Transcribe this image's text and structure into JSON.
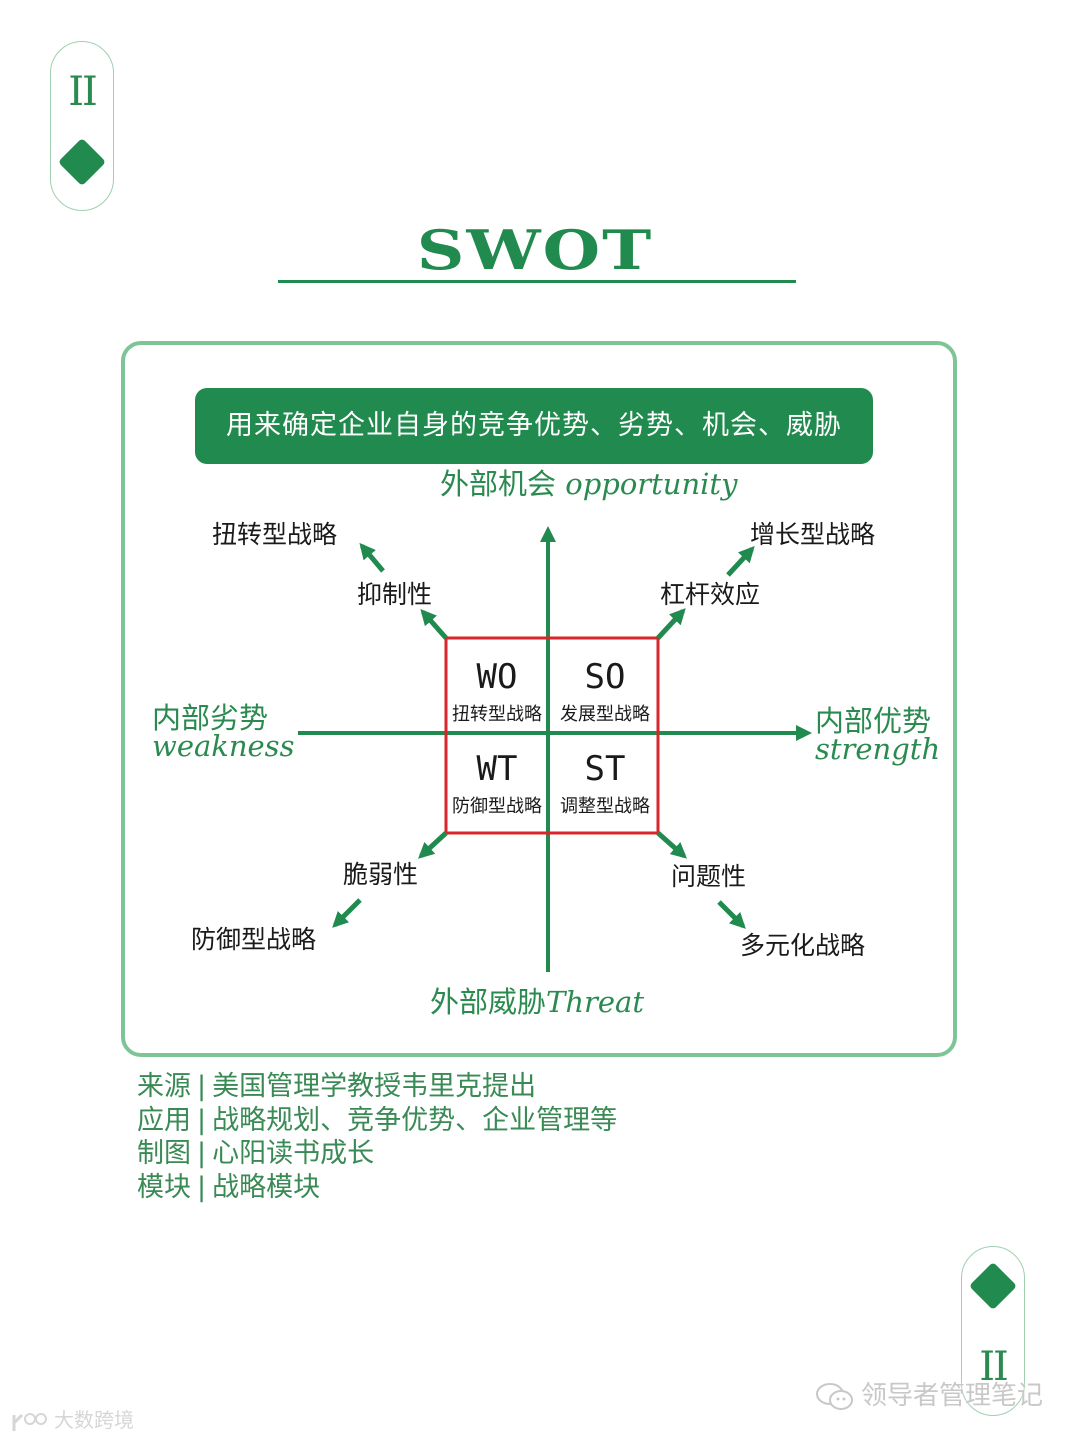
{
  "page": {
    "roman_numeral": "II",
    "title": "SWOT",
    "banner": "用来确定企业自身的竞争优势、劣势、机会、威胁"
  },
  "axes": {
    "top": {
      "zh": "外部机会",
      "en": "opportunity"
    },
    "bottom": {
      "zh": "外部威胁",
      "en": "Threat"
    },
    "left": {
      "zh": "内部劣势",
      "en": "weakness"
    },
    "right": {
      "zh": "内部优势",
      "en": "strength"
    }
  },
  "quadrants": {
    "wo": {
      "code": "WO",
      "name": "扭转型战略"
    },
    "so": {
      "code": "SO",
      "name": "发展型战略"
    },
    "wt": {
      "code": "WT",
      "name": "防御型战略"
    },
    "st": {
      "code": "ST",
      "name": "调整型战略"
    }
  },
  "branches": {
    "nw": {
      "inner": "抑制性",
      "outer": "扭转型战略"
    },
    "ne": {
      "inner": "杠杆效应",
      "outer": "增长型战略"
    },
    "sw": {
      "inner": "脆弱性",
      "outer": "防御型战略"
    },
    "se": {
      "inner": "问题性",
      "outer": "多元化战略"
    }
  },
  "footer": [
    {
      "label": "来源",
      "value": "美国管理学教授韦里克提出"
    },
    {
      "label": "应用",
      "value": "战略规划、竞争优势、企业管理等"
    },
    {
      "label": "制图",
      "value": "心阳读书成长"
    },
    {
      "label": "模块",
      "value": "战略模块"
    }
  ],
  "separator": "|",
  "watermarks": {
    "right": "领导者管理笔记",
    "left": "大数跨境"
  },
  "colors": {
    "brand_green": "#218a4e",
    "frame_green": "#7dc496",
    "quadrant_border": "#d9262c",
    "text_dark": "#1a1a1a"
  }
}
